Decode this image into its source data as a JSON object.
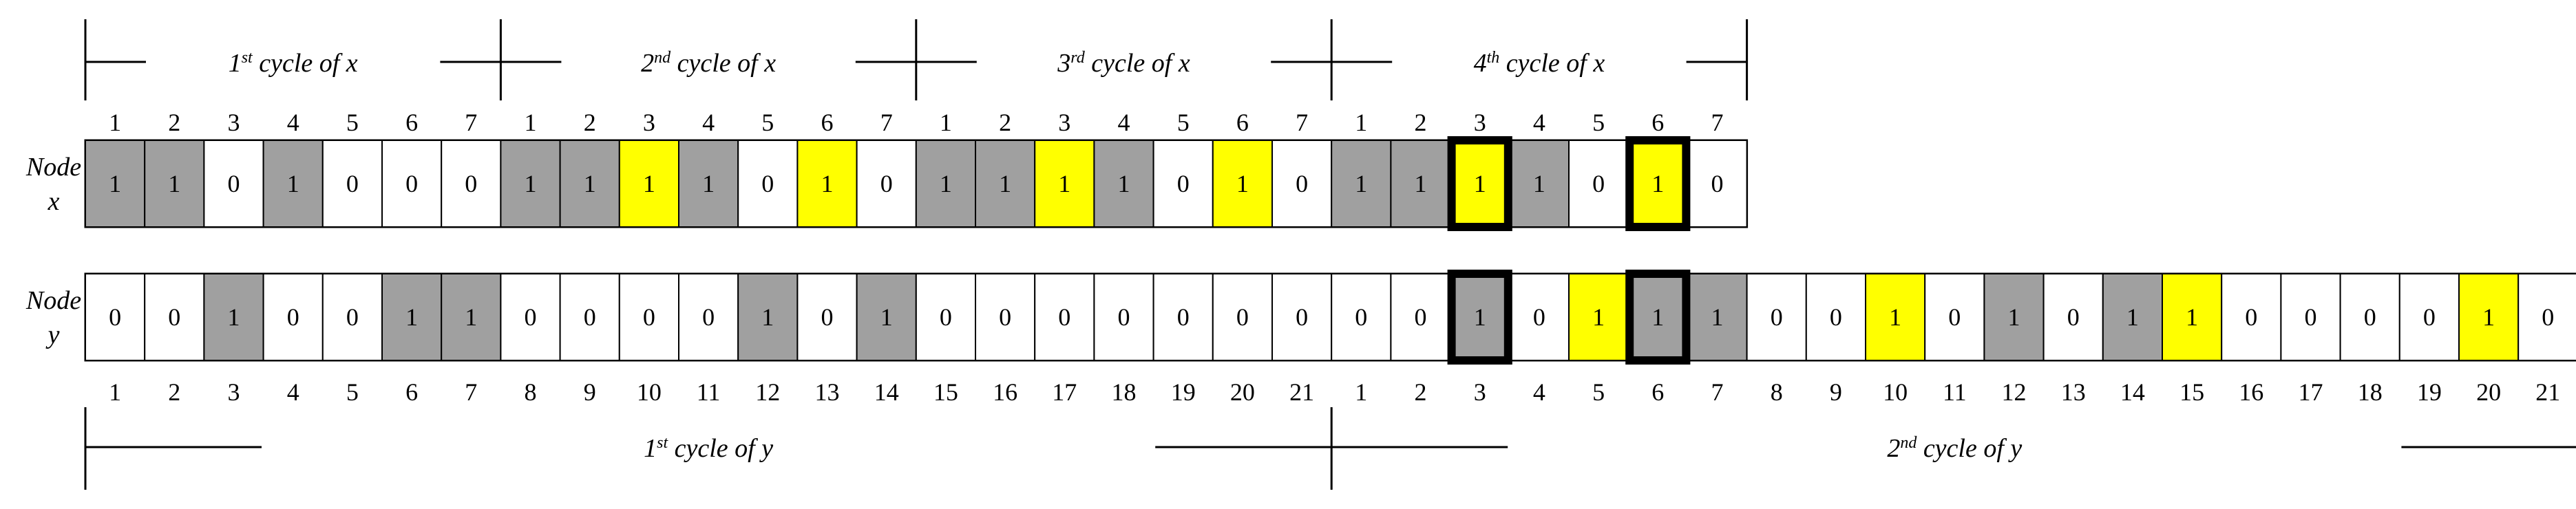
{
  "colors": {
    "gray": "#a0a0a0",
    "yellow": "#ffff00",
    "white": "#ffffff",
    "line": "#000000"
  },
  "node_x": {
    "label_line1": "Node",
    "label_line2": "x",
    "indices": [
      "1",
      "2",
      "3",
      "4",
      "5",
      "6",
      "7",
      "1",
      "2",
      "3",
      "4",
      "5",
      "6",
      "7",
      "1",
      "2",
      "3",
      "4",
      "5",
      "6",
      "7",
      "1",
      "2",
      "3",
      "4",
      "5",
      "6",
      "7"
    ],
    "bits": [
      "1",
      "1",
      "0",
      "1",
      "0",
      "0",
      "0",
      "1",
      "1",
      "1",
      "1",
      "0",
      "1",
      "0",
      "1",
      "1",
      "1",
      "1",
      "0",
      "1",
      "0",
      "1",
      "1",
      "1",
      "1",
      "0",
      "1",
      "0"
    ],
    "fills": [
      "gray",
      "gray",
      "white",
      "gray",
      "white",
      "white",
      "white",
      "gray",
      "gray",
      "yellow",
      "gray",
      "white",
      "yellow",
      "white",
      "gray",
      "gray",
      "yellow",
      "gray",
      "white",
      "yellow",
      "white",
      "gray",
      "gray",
      "yellow",
      "gray",
      "white",
      "yellow",
      "white"
    ],
    "emphasized": [
      false,
      false,
      false,
      false,
      false,
      false,
      false,
      false,
      false,
      false,
      false,
      false,
      false,
      false,
      false,
      false,
      false,
      false,
      false,
      false,
      false,
      false,
      false,
      true,
      false,
      false,
      true,
      false
    ],
    "cycles": [
      {
        "ordinal": "1",
        "suffix": "st",
        "text": " cycle of x"
      },
      {
        "ordinal": "2",
        "suffix": "nd",
        "text": " cycle of x"
      },
      {
        "ordinal": "3",
        "suffix": "rd",
        "text": " cycle of x"
      },
      {
        "ordinal": "4",
        "suffix": "th",
        "text": " cycle of x"
      }
    ]
  },
  "node_y": {
    "label_line1": "Node",
    "label_line2": "y",
    "indices": [
      "1",
      "2",
      "3",
      "4",
      "5",
      "6",
      "7",
      "8",
      "9",
      "10",
      "11",
      "12",
      "13",
      "14",
      "15",
      "16",
      "17",
      "18",
      "19",
      "20",
      "21",
      "1",
      "2",
      "3",
      "4",
      "5",
      "6",
      "7",
      "8",
      "9",
      "10",
      "11",
      "12",
      "13",
      "14",
      "15",
      "16",
      "17",
      "18",
      "19",
      "20",
      "21"
    ],
    "bits": [
      "0",
      "0",
      "1",
      "0",
      "0",
      "1",
      "1",
      "0",
      "0",
      "0",
      "0",
      "1",
      "0",
      "1",
      "0",
      "0",
      "0",
      "0",
      "0",
      "0",
      "0",
      "0",
      "0",
      "1",
      "0",
      "1",
      "1",
      "1",
      "0",
      "0",
      "1",
      "0",
      "1",
      "0",
      "1",
      "1",
      "0",
      "0",
      "0",
      "0",
      "1",
      "0"
    ],
    "fills": [
      "white",
      "white",
      "gray",
      "white",
      "white",
      "gray",
      "gray",
      "white",
      "white",
      "white",
      "white",
      "gray",
      "white",
      "gray",
      "white",
      "white",
      "white",
      "white",
      "white",
      "white",
      "white",
      "white",
      "white",
      "gray",
      "white",
      "yellow",
      "gray",
      "gray",
      "white",
      "white",
      "yellow",
      "white",
      "gray",
      "white",
      "gray",
      "yellow",
      "white",
      "white",
      "white",
      "white",
      "yellow",
      "white"
    ],
    "emphasized": [
      false,
      false,
      false,
      false,
      false,
      false,
      false,
      false,
      false,
      false,
      false,
      false,
      false,
      false,
      false,
      false,
      false,
      false,
      false,
      false,
      false,
      false,
      false,
      true,
      false,
      false,
      true,
      false,
      false,
      false,
      false,
      false,
      false,
      false,
      false,
      false,
      false,
      false,
      false,
      false,
      false,
      false
    ],
    "cycles": [
      {
        "ordinal": "1",
        "suffix": "st",
        "text": " cycle of y"
      },
      {
        "ordinal": "2",
        "suffix": "nd",
        "text": " cycle of y"
      }
    ]
  }
}
